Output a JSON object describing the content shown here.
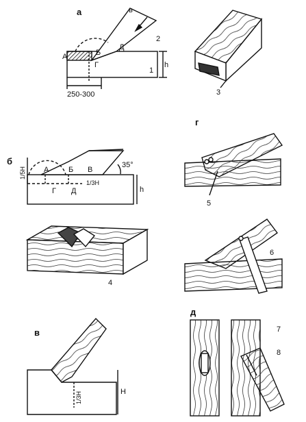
{
  "sections": {
    "a": "а",
    "b": "б",
    "v": "в",
    "g": "г",
    "d": "д"
  },
  "labels": {
    "A": "А",
    "B": "Б",
    "V": "В",
    "G": "Г",
    "D": "Д",
    "h": "h",
    "H": "H",
    "dim_250_300": "250-300",
    "angle_35": "35°",
    "one_fifth_H": "1/5H",
    "one_third_H": "1/3H",
    "one_third_H_v": "1/3H",
    "arrow_label": "в",
    "n1": "1",
    "n2": "2",
    "n3": "3",
    "n4": "4",
    "n5": "5",
    "n6": "6",
    "n7": "7",
    "n8": "8"
  }
}
